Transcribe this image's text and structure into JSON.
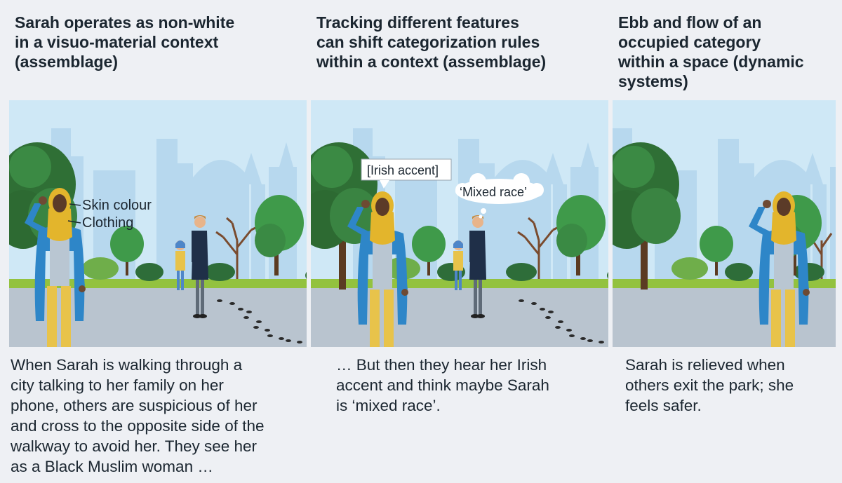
{
  "panels": [
    {
      "title": "Sarah operates as non-white\nin a visuo-material context\n(assemblage)",
      "caption": "When Sarah is walking through a\ncity talking to her family on her\nphone, others are suspicious of her\nand cross to the opposite side of the\nwalkway to avoid her. They see her\nas a Black Muslim woman …",
      "labels": {
        "skin": "Skin colour",
        "clothing": "Clothing"
      }
    },
    {
      "title": "Tracking different features\ncan shift categorization rules\nwithin a context (assemblage)",
      "caption": "… But then they hear her Irish\naccent and think maybe Sarah\nis ‘mixed race’.",
      "speech": "[Irish accent]",
      "thought": "‘Mixed race’"
    },
    {
      "title": "Ebb and flow of an\noccupied category\nwithin a space (dynamic\nsystems)",
      "caption": "Sarah is relieved when\nothers exit the park; she\nfeels safer."
    }
  ],
  "colors": {
    "sky": "#cfe8f6",
    "skyline": "#b4d7ee",
    "grass": "#93c23f",
    "path": "#b9c4cf",
    "tree_dark": "#2f7a3a",
    "coat": "#2e86c8",
    "scarf": "#e3b52c",
    "trousers": "#e8c34a"
  }
}
